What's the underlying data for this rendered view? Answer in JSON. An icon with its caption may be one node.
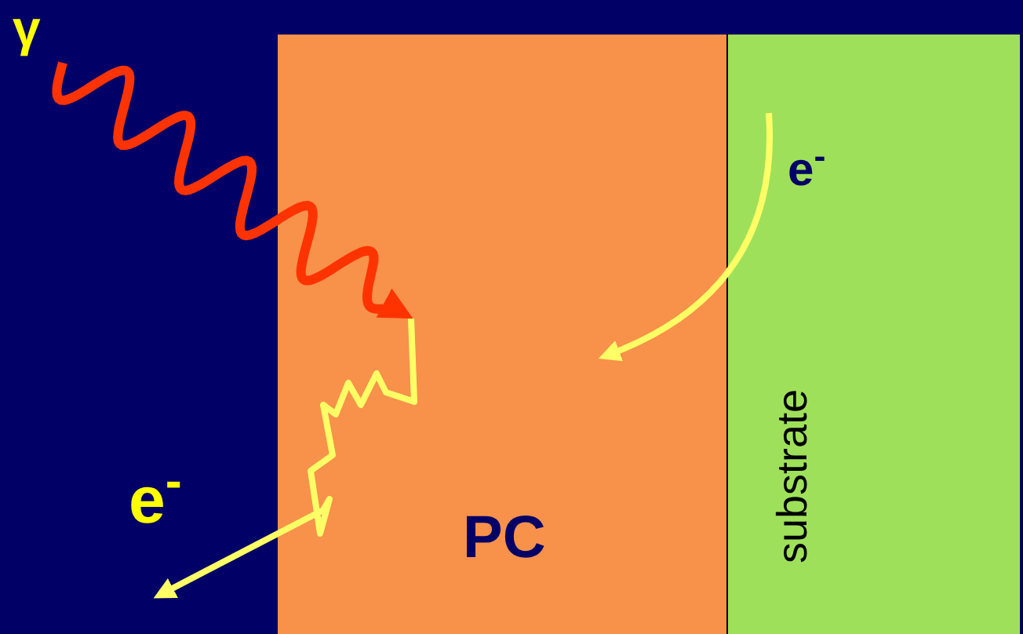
{
  "diagram": {
    "nodes": [
      {
        "text": [
          "PC"
        ]
      },
      {
        "text": [
          "e$^{-}$",
          "substrate"
        ]
      },
      {
        "text": [
          "γ"
        ]
      },
      {
        "text": [
          "e$^{-}$"
        ]
      }
    ],
    "edges": [
      {
        "from": 2,
        "to": 0,
        "arrow": "to",
        "color": "#ff3300"
      },
      {
        "from": 0,
        "to": 3,
        "arrow": "to"
      },
      {
        "from": 1,
        "to": 0,
        "arrow": "to"
      }
    ]
  }
}
